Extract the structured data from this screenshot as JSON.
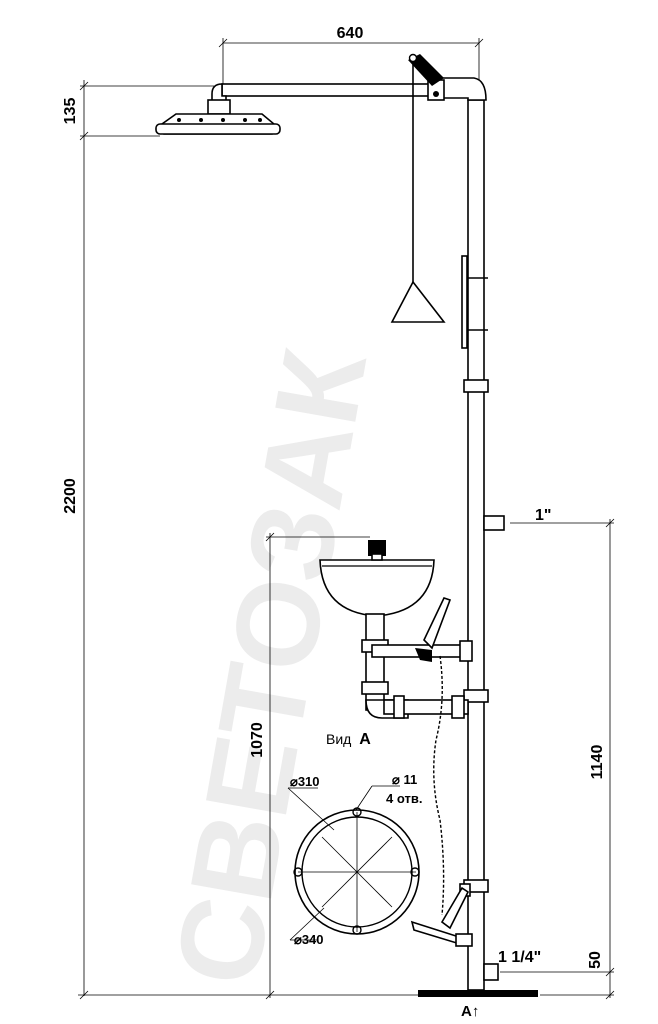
{
  "watermark": "СВЕТОЗАК",
  "dimensions": {
    "arm_length": "640",
    "head_height": "135",
    "total_height": "2200",
    "inlet_size": "1\"",
    "basin_height": "1070",
    "inlet_height": "1140",
    "drain_size": "1 1/4\"",
    "drain_height": "50"
  },
  "view_a": {
    "title_prefix": "Вид",
    "title_letter": "A",
    "bolt_circle": "⌀310",
    "hole_diameter": "⌀ 11",
    "hole_count": "4 отв.",
    "outer_diameter": "⌀340"
  },
  "view_marker": {
    "letter": "A",
    "arrow": "↑"
  }
}
